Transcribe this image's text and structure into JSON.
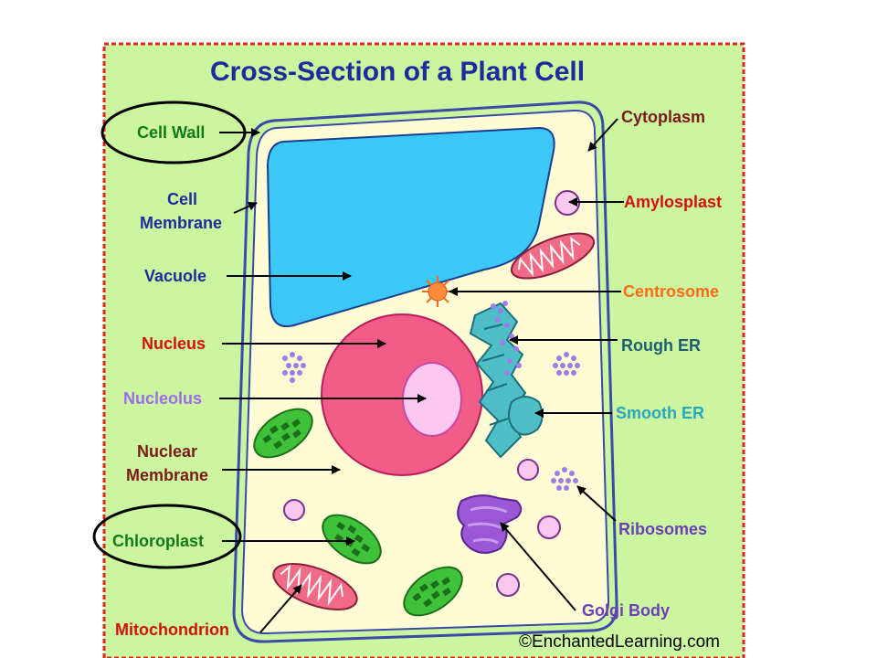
{
  "diagram": {
    "title": "Cross-Section of a Plant Cell",
    "credit": "©EnchantedLearning.com",
    "colors": {
      "background": "#ccf5a0",
      "border": "#e0231c",
      "cytoplasm": "#fffcd6",
      "vacuole": "#3bc8f6",
      "nucleus": "#f25c88",
      "nucleolus": "#fbc6f0",
      "chloroplast": "#3fc23a",
      "mitochondrion": "#f26b86",
      "centrosome": "#ff8a3a",
      "rough_er": "#4fbfc7",
      "golgi": "#9b58d6",
      "vesicle": "#f9c8ef",
      "ribosome": "#a07ce8"
    },
    "labels": {
      "cell_wall": "Cell Wall",
      "cell_membrane_1": "Cell",
      "cell_membrane_2": "Membrane",
      "vacuole": "Vacuole",
      "nucleus": "Nucleus",
      "nucleolus": "Nucleolus",
      "nuclear_membrane_1": "Nuclear",
      "nuclear_membrane_2": "Membrane",
      "chloroplast": "Chloroplast",
      "mitochondrion": "Mitochondrion",
      "cytoplasm": "Cytoplasm",
      "amylosplast": "Amylosplast",
      "centrosome": "Centrosome",
      "rough_er": "Rough ER",
      "smooth_er": "Smooth ER",
      "ribosomes": "Ribosomes",
      "golgi_body": "Golgi Body"
    }
  }
}
